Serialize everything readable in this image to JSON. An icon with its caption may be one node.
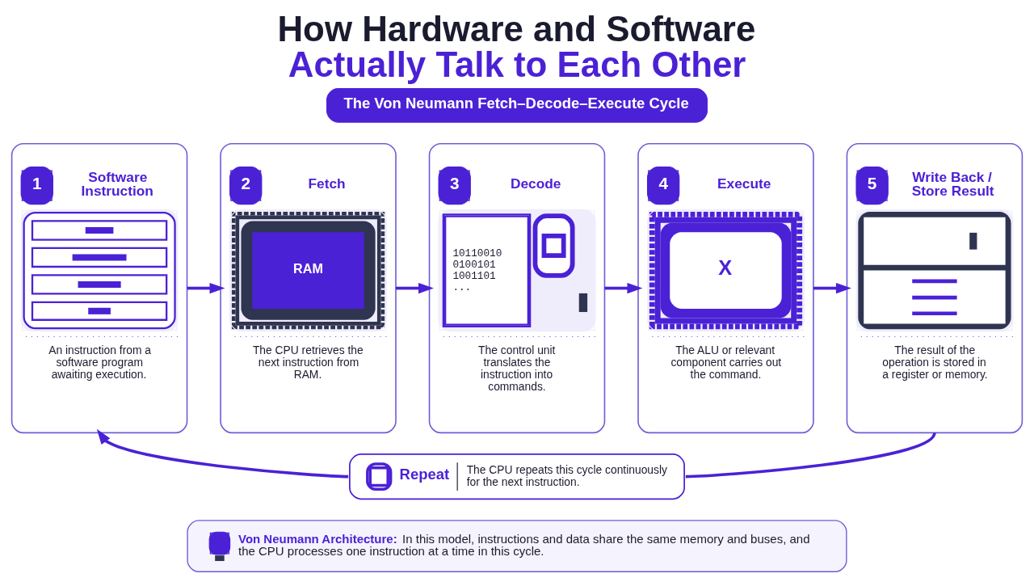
{
  "diagram": {
    "title": "How Hardware and Software Actually Talk to Each Other",
    "nodes": [
      {
        "text": [
          "The Von Neumann Fetch–Decode–Execute Cycle"
        ]
      },
      {
        "text": [
          "1",
          "Software Instruction",
          "An instruction from a software program awaiting execution."
        ]
      },
      {
        "text": [
          "2",
          "Fetch",
          "RAM",
          "The CPU retrieves the next instruction from RAM."
        ]
      },
      {
        "text": [
          "3",
          "Decode",
          "10110010 0100101 1001101 ...",
          "The control unit translates the instruction into commands."
        ]
      },
      {
        "text": [
          "4",
          "Execute",
          "X",
          "The ALU or relevant component carries out the command."
        ]
      },
      {
        "text": [
          "5",
          "Write Back / Store Result",
          "The result of the operation is stored in a register or memory."
        ]
      },
      {
        "text": [
          "Repeat",
          "The CPU repeats this cycle continuously for the next instruction."
        ]
      },
      {
        "text": [
          "Von Neumann Architecture:",
          "In this model, instructions and data share the same memory and buses, and the CPU processes one instruction at a time in this cycle."
        ]
      }
    ],
    "edges": [
      {
        "from": 1,
        "to": 2,
        "arrow": "to"
      },
      {
        "from": 2,
        "to": 3,
        "arrow": "to"
      },
      {
        "from": 3,
        "to": 4,
        "arrow": "to"
      },
      {
        "from": 4,
        "to": 5,
        "arrow": "to"
      },
      {
        "from": 5,
        "to": 6,
        "arrow": "none"
      },
      {
        "from": 6,
        "to": 1,
        "arrow": "to"
      }
    ]
  }
}
